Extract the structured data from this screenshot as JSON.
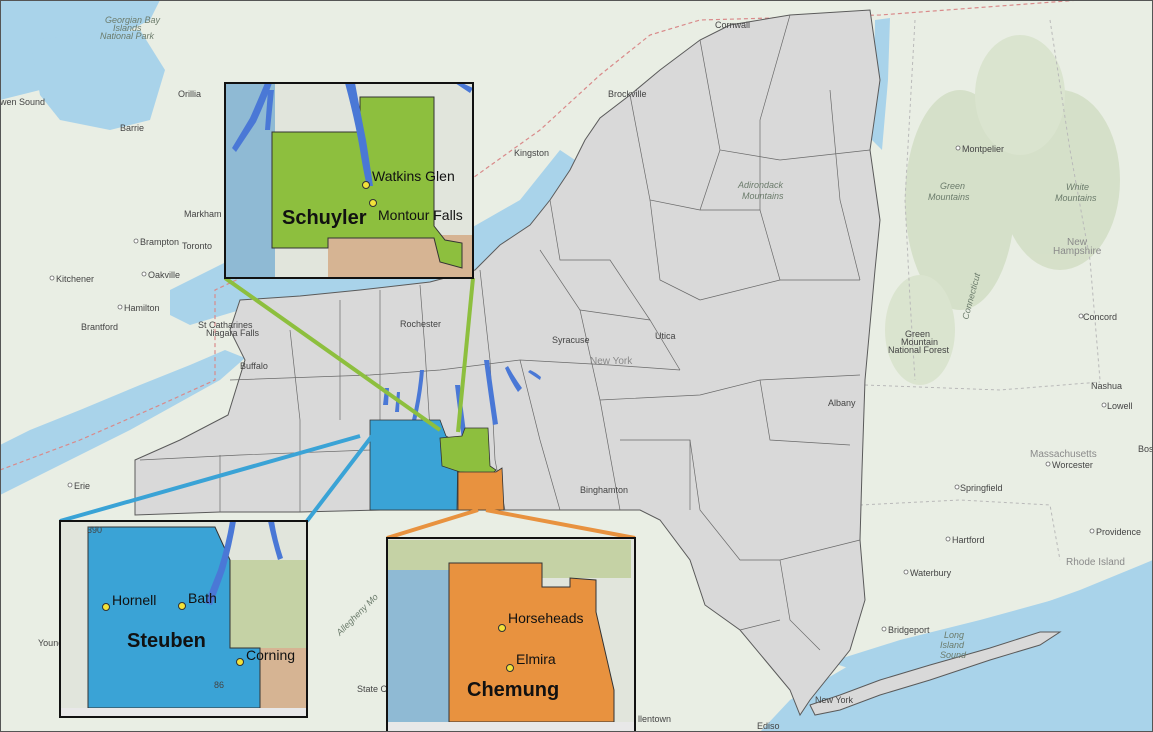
{
  "map": {
    "colors": {
      "water": "#a9d3ea",
      "land": "#e9eee4",
      "county_fill": "#d9d9d9",
      "county_stroke": "#5a5a5a",
      "schuyler": "#8dbf3e",
      "steuben": "#3aa3d6",
      "chemung": "#e8923f",
      "lake": "#4a78d6",
      "adjacent_tan": "#d6b493",
      "adjacent_sage": "#c5d2a5",
      "adjacent_blue": "#8fbad4"
    },
    "places": {
      "georgian_bay": "Georgian Bay",
      "georgian_bay_2": "Islands",
      "georgian_bay_3": "National Park",
      "owen_sound": "wen Sound",
      "orillia": "Orillia",
      "barrie": "Barrie",
      "markham": "Markham",
      "brampton": "Brampton",
      "toronto": "Toronto",
      "oakville": "Oakville",
      "kitchener": "Kitchener",
      "hamilton": "Hamilton",
      "brantford": "Brantford",
      "st_catharines": "St Catharines",
      "niagara_falls": "Niagara Falls",
      "buffalo": "Buffalo",
      "erie": "Erie",
      "young": "Young",
      "rochester": "Rochester",
      "syracuse": "Syracuse",
      "new_york": "New York",
      "utica": "Utica",
      "albany": "Albany",
      "binghamton": "Binghamton",
      "kingston": "Kingston",
      "brockville": "Brockville",
      "cornwall": "Cornwall",
      "adirondack": "Adirondack",
      "adirondack_2": "Mountains",
      "montpelier": "Montpelier",
      "green_mountains": "Green",
      "green_mountains_2": "Mountains",
      "white_mountains": "White",
      "white_mountains_2": "Mountains",
      "new_hampshire": "New",
      "new_hampshire_2": "Hampshire",
      "concord": "Concord",
      "green_mtn_forest": "Green",
      "green_mtn_forest_2": "Mountain",
      "green_mtn_forest_3": "National Forest",
      "connecticut": "Connecticut",
      "nashua": "Nashua",
      "lowell": "Lowell",
      "boston": "Bos",
      "massachusetts": "Massachusetts",
      "worcester": "Worcester",
      "springfield": "Springfield",
      "providence": "Providence",
      "hartford": "Hartford",
      "rhode_island": "Rhode Island",
      "waterbury": "Waterbury",
      "bridgeport": "Bridgeport",
      "long_island_sound": "Long",
      "long_island_sound_2": "Island",
      "long_island_sound_3": "Sound",
      "allegheny": "Allegheny Mo",
      "state_college": "State Co",
      "allentown": "llentown",
      "edison": "Ediso",
      "new_york_city": "New York"
    },
    "insets": {
      "schuyler": {
        "county": "Schuyler",
        "towns": [
          "Watkins Glen",
          "Montour Falls"
        ]
      },
      "steuben": {
        "county": "Steuben",
        "towns": [
          "Hornell",
          "Bath",
          "Corning"
        ],
        "shield": "390",
        "shield2": "86"
      },
      "chemung": {
        "county": "Chemung",
        "towns": [
          "Horseheads",
          "Elmira"
        ]
      }
    }
  }
}
